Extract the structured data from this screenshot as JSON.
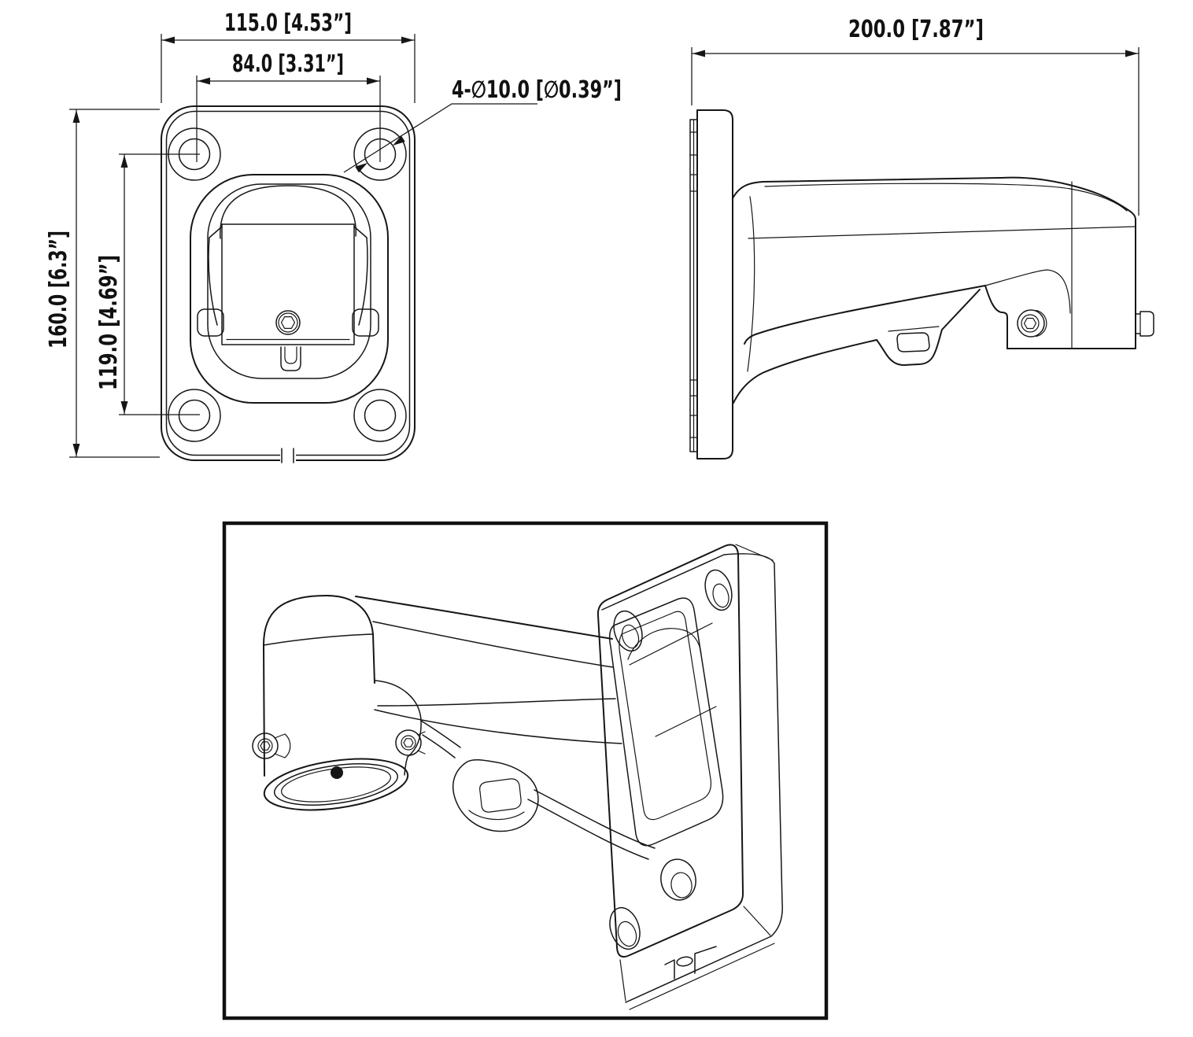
{
  "page": {
    "background": "#ffffff",
    "line_color": "#161616"
  },
  "views": {
    "front": {
      "dims": {
        "width": "115.0 [4.53”]",
        "hole_spacing_h": "84.0 [3.31”]",
        "height": "160.0 [6.3”]",
        "hole_spacing_v": "119.0 [4.69”]",
        "holes": "4-∅10.0 [∅0.39”]"
      }
    },
    "side": {
      "dims": {
        "depth": "200.0 [7.87”]"
      }
    },
    "isometric": {}
  }
}
